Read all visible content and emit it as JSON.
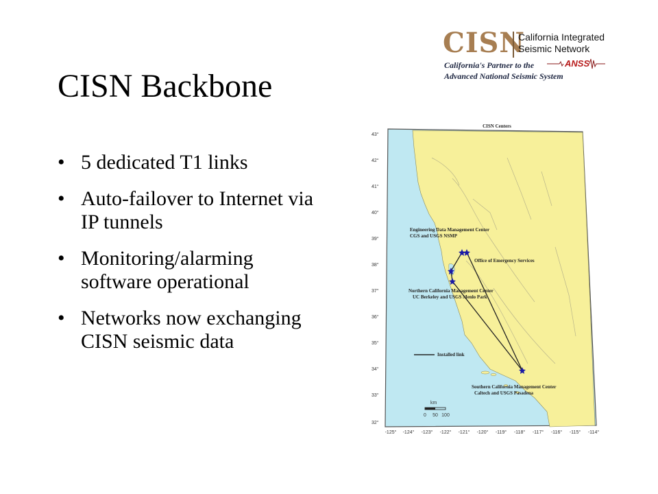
{
  "logo": {
    "acronym": "CISN",
    "name_line1": "California Integrated",
    "name_line2": "Seismic Network",
    "tagline_line1": "California's Partner to the",
    "tagline_line2": "Advanced National Seismic System",
    "partner": "ANSS"
  },
  "slide": {
    "title": "CISN Backbone",
    "bullets": [
      "5 dedicated T1 links",
      "Auto-failover to Internet via IP tunnels",
      "Monitoring/alarming software operational",
      "Networks now exchanging CISN seismic data"
    ]
  },
  "map": {
    "title": "CISN Centers",
    "lat_labels": [
      "43°",
      "42°",
      "41°",
      "40°",
      "39°",
      "38°",
      "37°",
      "36°",
      "35°",
      "34°",
      "33°",
      "32°"
    ],
    "lon_labels": [
      "-125°",
      "-124°",
      "-123°",
      "-122°",
      "-121°",
      "-120°",
      "-119°",
      "-118°",
      "-117°",
      "-116°",
      "-115°",
      "-114°"
    ],
    "centers": {
      "edmc_line1": "Engineering Data Management Center",
      "edmc_line2": "CGS and USGS NSMP",
      "oes": "Office of Emergency Services",
      "ncmc_line1": "Northern California Management Center",
      "ncmc_line2": "UC Berkeley and USGS Menlo Park",
      "scmc_line1": "Southern California Management Center",
      "scmc_line2": "Caltech and USGS Pasadena"
    },
    "legend_label": "Installed link",
    "scale": {
      "unit": "km",
      "ticks": [
        "0",
        "50",
        "100"
      ]
    },
    "colors": {
      "land": "#f7f09a",
      "ocean": "#bfe8f2",
      "link": "#222222",
      "star": "#1a1aa6"
    }
  }
}
